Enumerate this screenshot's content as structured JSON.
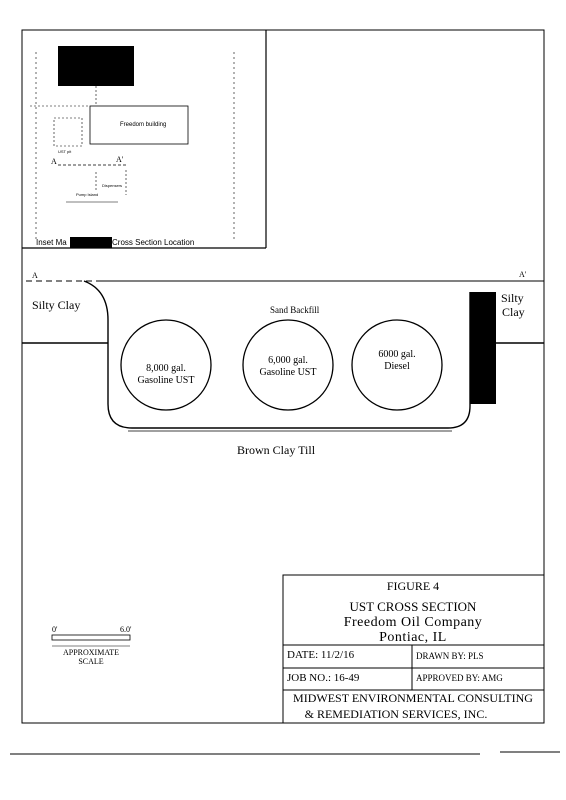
{
  "inset": {
    "building_label": "Freedom building",
    "small_label_1": "UST pit",
    "small_label_2": "Dispensers",
    "small_label_3": "Pump Island",
    "marker_a": "A",
    "marker_a_prime": "A'",
    "caption_prefix": "Inset Ma",
    "caption_suffix": "Cross Section Location"
  },
  "section": {
    "marker_a": "A",
    "marker_a_prime": "A'",
    "left_soil": "Silty Clay",
    "right_soil_1": "Silty",
    "right_soil_2": "Clay",
    "backfill": "Sand Backfill",
    "bottom_soil": "Brown Clay Till",
    "tanks": [
      {
        "line1": "8,000 gal.",
        "line2": "Gasoline UST"
      },
      {
        "line1": "6,000 gal.",
        "line2": "Gasoline UST"
      },
      {
        "line1": "6000 gal.",
        "line2": "Diesel"
      }
    ]
  },
  "scale": {
    "zero": "0'",
    "max": "6.0'",
    "line1": "APPROXIMATE",
    "line2": "SCALE"
  },
  "title_block": {
    "figure": "FIGURE 4",
    "title": "UST CROSS SECTION",
    "company": "Freedom Oil Company",
    "location": "Pontiac, IL",
    "date": "DATE: 11/2/16",
    "drawn_by": "DRAWN BY: PLS",
    "job_no": "JOB NO.: 16-49",
    "approved_by": "APPROVED BY: AMG",
    "firm_line1": "MIDWEST ENVIRONMENTAL CONSULTING",
    "firm_line2": "& REMEDIATION SERVICES, INC."
  }
}
